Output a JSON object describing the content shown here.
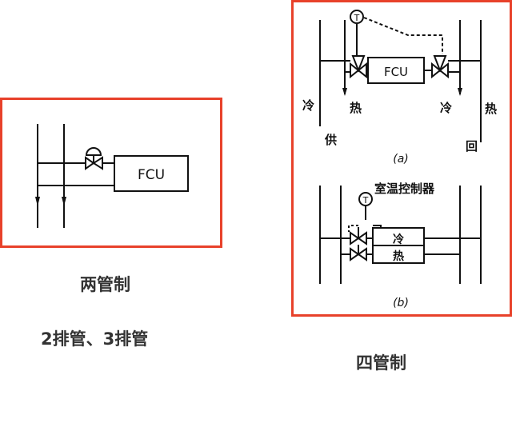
{
  "captions": {
    "two_pipe": "两管制",
    "pipe_types": "2排管、3排管",
    "four_pipe": "四管制"
  },
  "diagram_left": {
    "unit_label": "FCU"
  },
  "diagram_a": {
    "unit_label": "FCU",
    "cold_left": "冷",
    "hot_left": "热",
    "supply": "供",
    "cold_right": "冷",
    "hot_right": "热",
    "return": "回",
    "caption": "(a)",
    "sensor": "T"
  },
  "diagram_b": {
    "controller_label": "室温控制器",
    "coil_cold": "冷",
    "coil_hot": "热",
    "caption": "(b)",
    "sensor": "T"
  },
  "colors": {
    "frame": "#e8412a",
    "caption_text": "#333333",
    "line": "#111111"
  }
}
